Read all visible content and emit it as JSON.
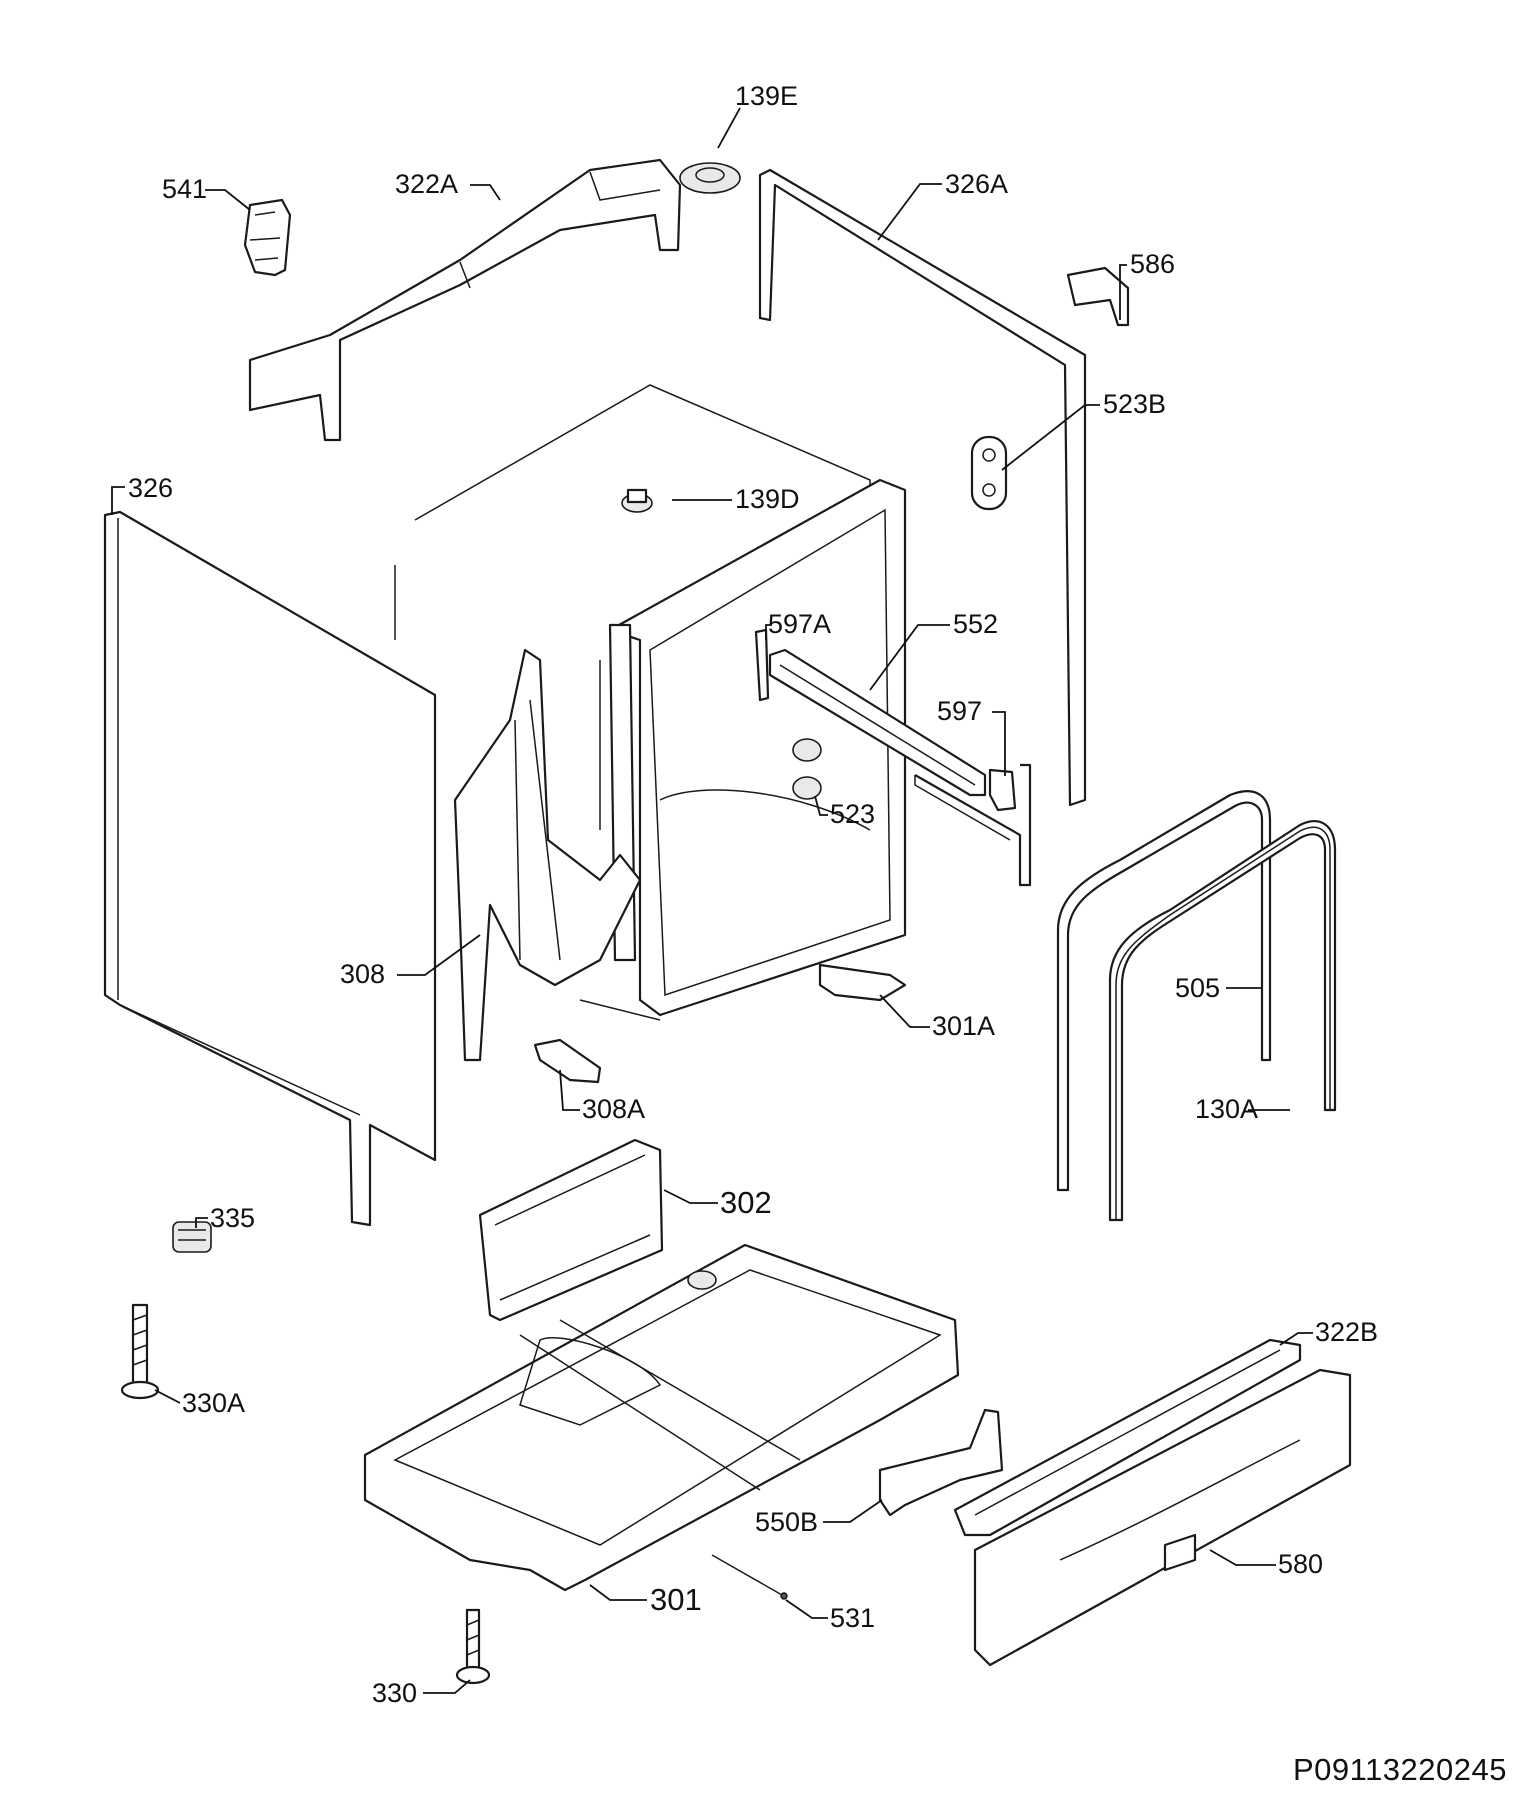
{
  "diagram_code": "P09113220245",
  "parts": [
    {
      "id": "139E",
      "label": "139E"
    },
    {
      "id": "541",
      "label": "541"
    },
    {
      "id": "322A",
      "label": "322A"
    },
    {
      "id": "326A",
      "label": "326A"
    },
    {
      "id": "586",
      "label": "586"
    },
    {
      "id": "523B",
      "label": "523B"
    },
    {
      "id": "326",
      "label": "326"
    },
    {
      "id": "139D",
      "label": "139D"
    },
    {
      "id": "597A",
      "label": "597A"
    },
    {
      "id": "552",
      "label": "552"
    },
    {
      "id": "597",
      "label": "597"
    },
    {
      "id": "523",
      "label": "523"
    },
    {
      "id": "308",
      "label": "308"
    },
    {
      "id": "505",
      "label": "505"
    },
    {
      "id": "301A",
      "label": "301A"
    },
    {
      "id": "308A",
      "label": "308A"
    },
    {
      "id": "130A",
      "label": "130A"
    },
    {
      "id": "335",
      "label": "335"
    },
    {
      "id": "302",
      "label": "302"
    },
    {
      "id": "322B",
      "label": "322B"
    },
    {
      "id": "330A",
      "label": "330A"
    },
    {
      "id": "550B",
      "label": "550B"
    },
    {
      "id": "580",
      "label": "580"
    },
    {
      "id": "301",
      "label": "301"
    },
    {
      "id": "531",
      "label": "531"
    },
    {
      "id": "330",
      "label": "330"
    }
  ]
}
